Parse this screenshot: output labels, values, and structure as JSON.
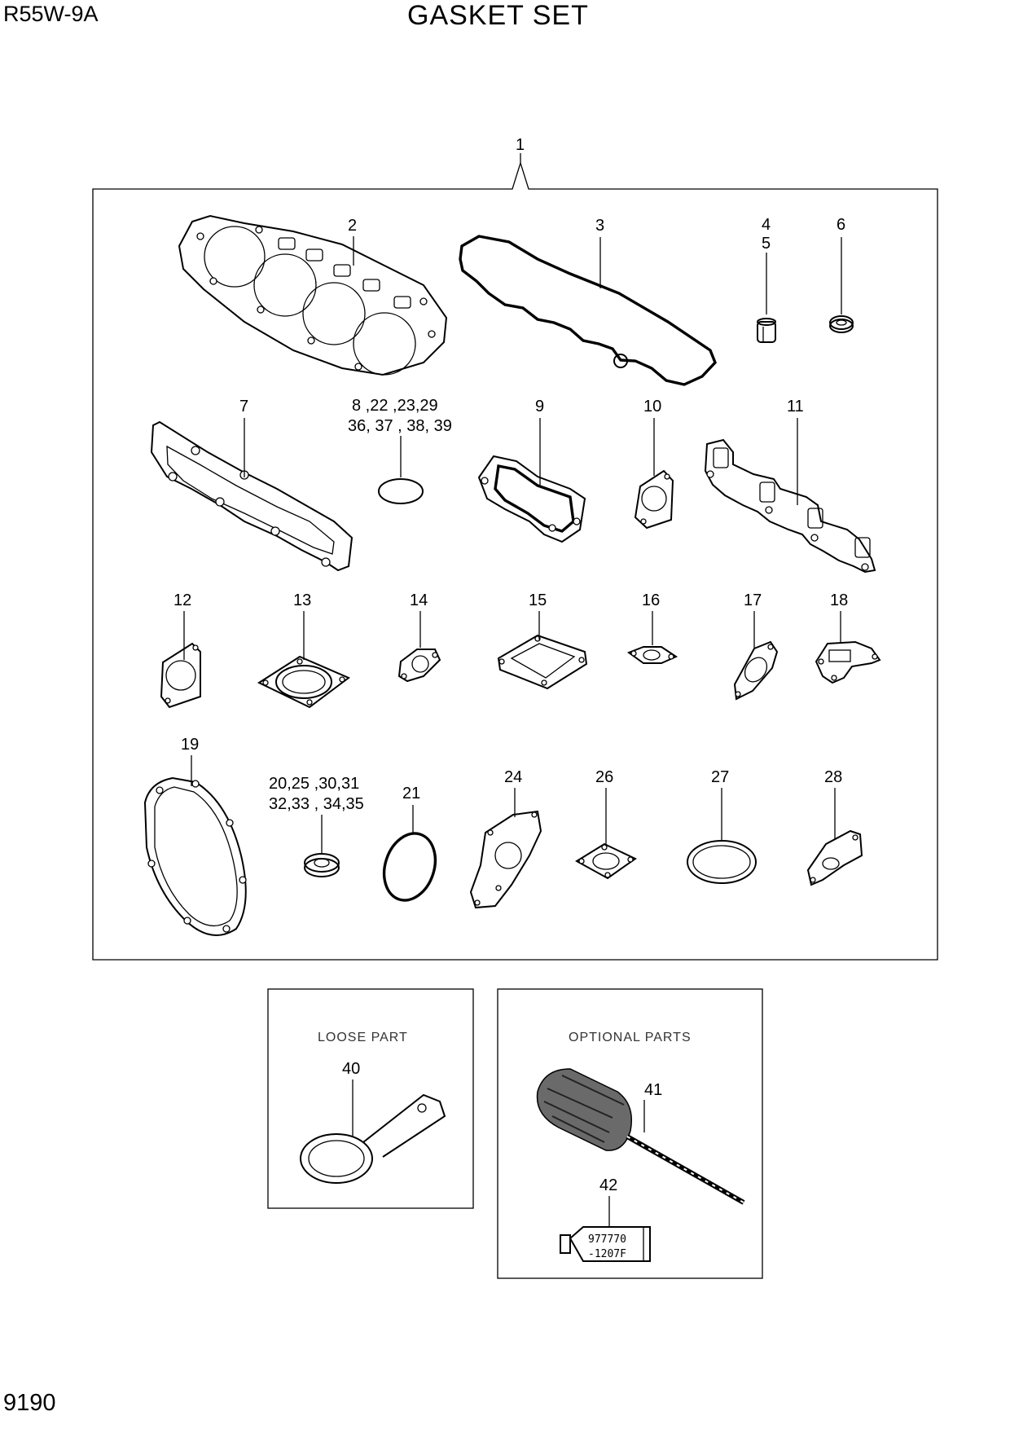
{
  "header": {
    "model": "R55W-9A",
    "title": "GASKET SET"
  },
  "footer": {
    "page_number": "9190"
  },
  "boxes": {
    "loose_title": "LOOSE PART",
    "optional_title": "OPTIONAL PARTS"
  },
  "labels": {
    "p1": "1",
    "p2": "2",
    "p3": "3",
    "p4": "4",
    "p5": "5",
    "p6": "6",
    "p7": "7",
    "p8_line1": "8 ,22 ,23,29",
    "p8_line2": "36, 37 , 38, 39",
    "p9": "9",
    "p10": "10",
    "p11": "11",
    "p12": "12",
    "p13": "13",
    "p14": "14",
    "p15": "15",
    "p16": "16",
    "p17": "17",
    "p18": "18",
    "p19": "19",
    "p20_line1": "20,25 ,30,31",
    "p20_line2": "32,33 , 34,35",
    "p21": "21",
    "p24": "24",
    "p26": "26",
    "p27": "27",
    "p28": "28",
    "p40": "40",
    "p41": "41",
    "p42": "42"
  },
  "tube_text": {
    "line1": "977770",
    "line2": "-1207F"
  }
}
